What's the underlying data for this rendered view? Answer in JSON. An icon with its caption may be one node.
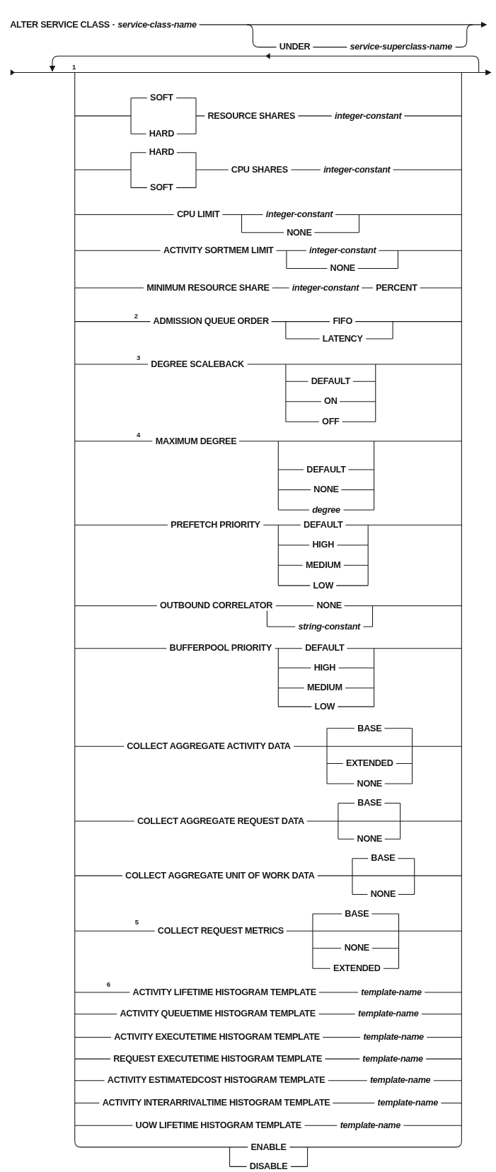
{
  "diagram": {
    "labels": [
      "ALTER SERVICE CLASS",
      "service-class-name",
      "UNDER",
      "service-superclass-name",
      "1",
      "SOFT",
      "HARD",
      "RESOURCE SHARES",
      "integer-constant",
      "HARD",
      "SOFT",
      "CPU SHARES",
      "integer-constant",
      "CPU LIMIT",
      "integer-constant",
      "NONE",
      "ACTIVITY SORTMEM LIMIT",
      "integer-constant",
      "NONE",
      "MINIMUM RESOURCE SHARE",
      "integer-constant",
      "PERCENT",
      "2",
      "ADMISSION QUEUE ORDER",
      "FIFO",
      "LATENCY",
      "3",
      "DEGREE SCALEBACK",
      "DEFAULT",
      "ON",
      "OFF",
      "4",
      "MAXIMUM DEGREE",
      "DEFAULT",
      "NONE",
      "degree",
      "PREFETCH PRIORITY",
      "DEFAULT",
      "HIGH",
      "MEDIUM",
      "LOW",
      "OUTBOUND CORRELATOR",
      "NONE",
      "string-constant",
      "BUFFERPOOL PRIORITY",
      "DEFAULT",
      "HIGH",
      "MEDIUM",
      "LOW",
      "COLLECT AGGREGATE ACTIVITY DATA",
      "BASE",
      "EXTENDED",
      "NONE",
      "COLLECT AGGREGATE REQUEST DATA",
      "BASE",
      "NONE",
      "COLLECT AGGREGATE UNIT OF WORK DATA",
      "BASE",
      "NONE",
      "5",
      "COLLECT REQUEST METRICS",
      "BASE",
      "NONE",
      "EXTENDED",
      "6",
      "ACTIVITY LIFETIME HISTOGRAM TEMPLATE",
      "template-name",
      "ACTIVITY QUEUETIME HISTOGRAM TEMPLATE",
      "template-name",
      "ACTIVITY EXECUTETIME HISTOGRAM TEMPLATE",
      "template-name",
      "REQUEST EXECUTETIME HISTOGRAM TEMPLATE",
      "template-name",
      "ACTIVITY ESTIMATEDCOST HISTOGRAM TEMPLATE",
      "template-name",
      "ACTIVITY INTERARRIVALTIME HISTOGRAM TEMPLATE",
      "template-name",
      "UOW LIFETIME HISTOGRAM TEMPLATE",
      "template-name",
      "ENABLE",
      "DISABLE"
    ]
  }
}
